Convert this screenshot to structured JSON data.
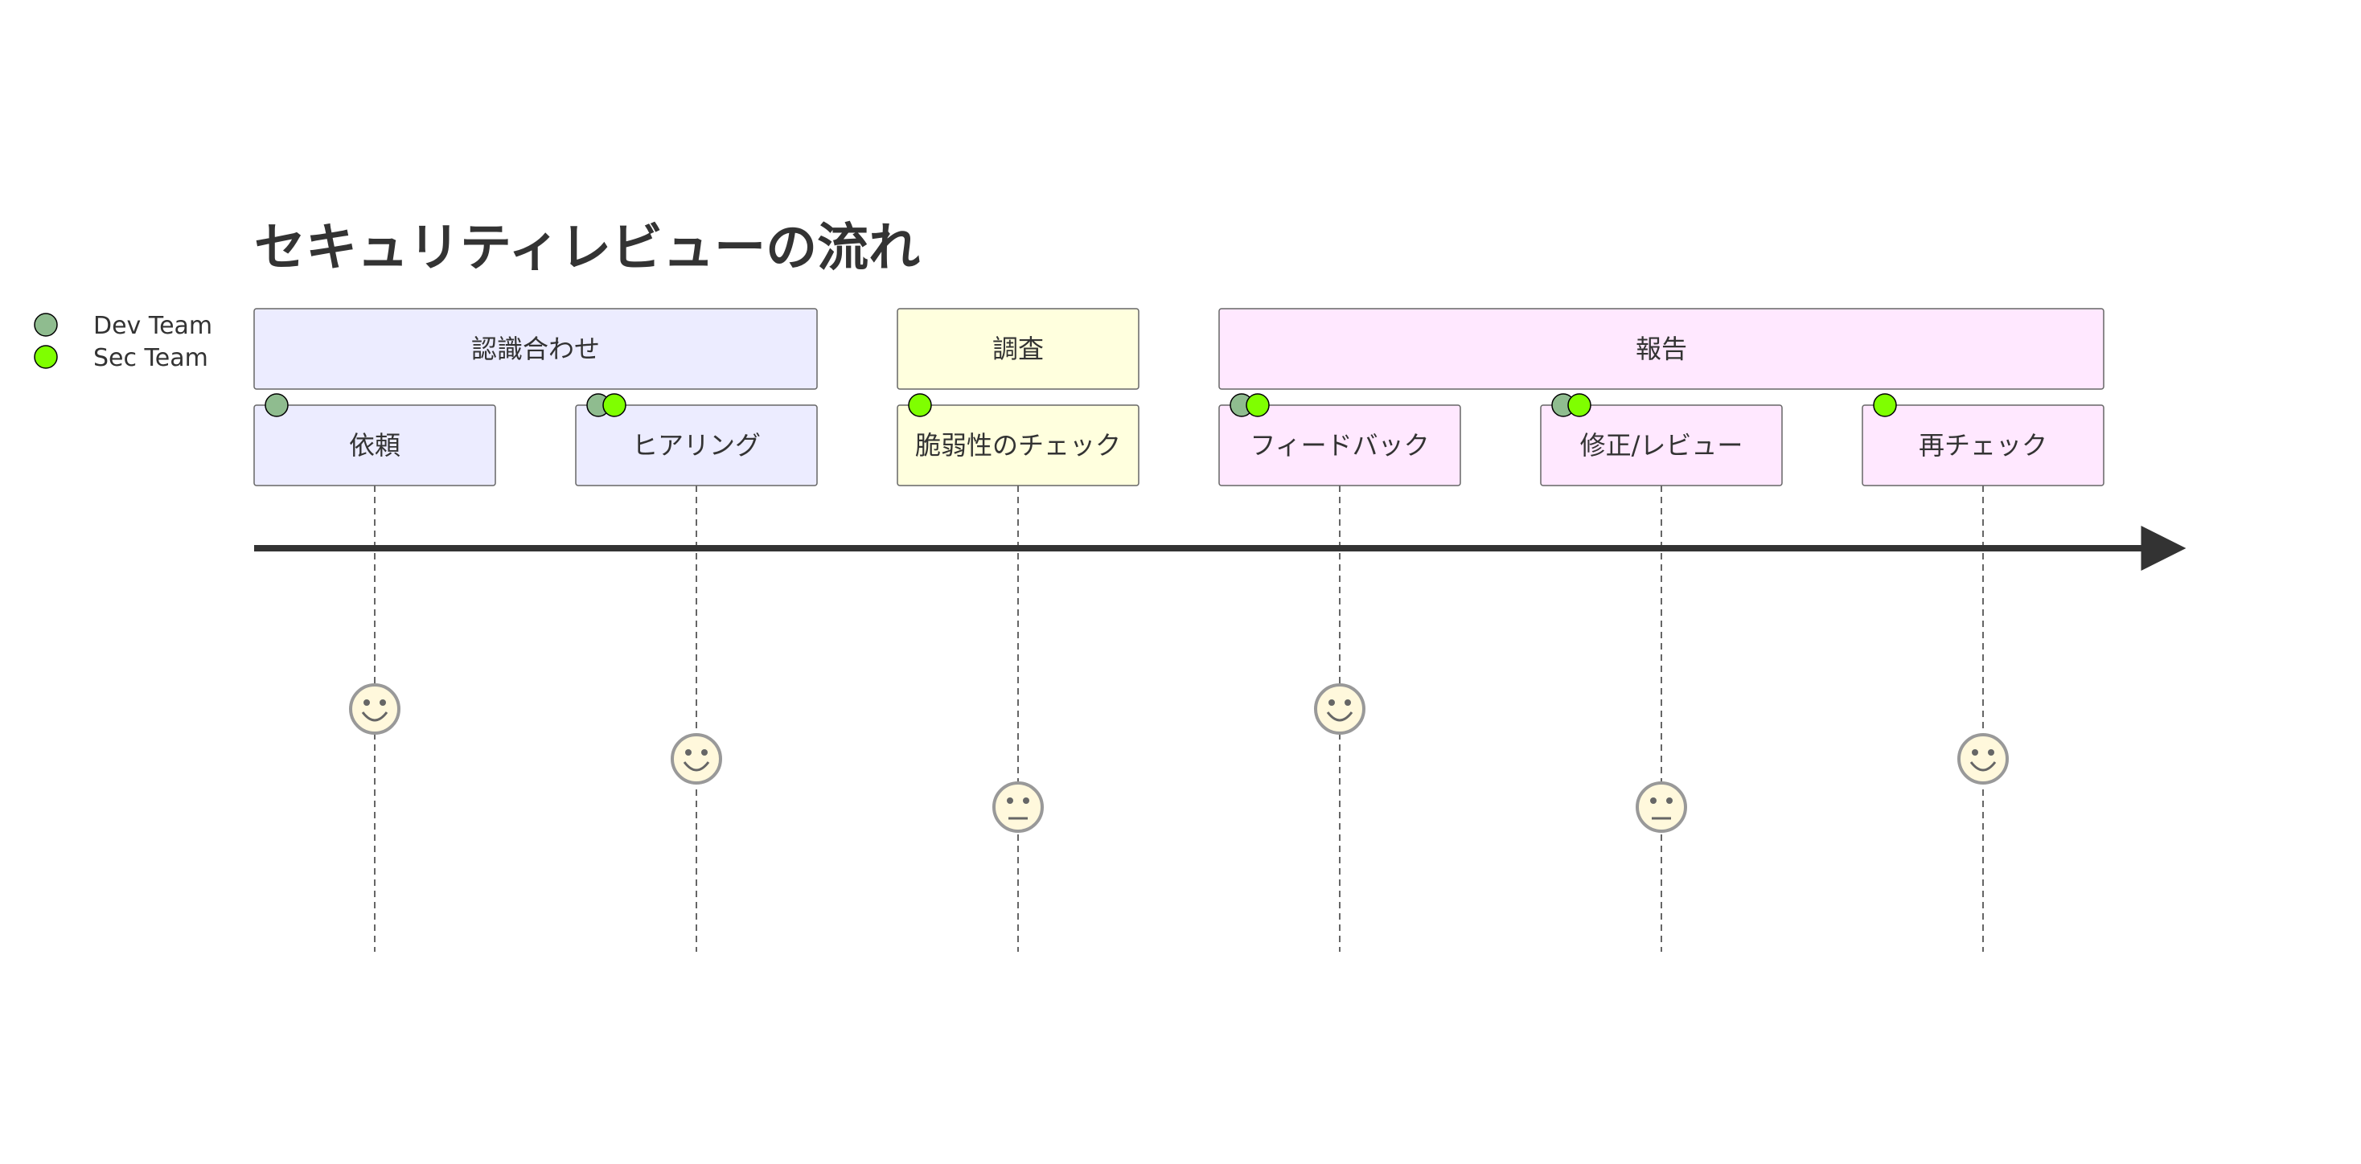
{
  "title": "セキュリティレビューの流れ",
  "actors": [
    {
      "name": "Dev Team",
      "color": "#8FBC8F"
    },
    {
      "name": "Sec Team",
      "color": "#7FFF00"
    }
  ],
  "sections": [
    {
      "name": "認識合わせ",
      "fill": "#ECECFF"
    },
    {
      "name": "調査",
      "fill": "#FFFFDE"
    },
    {
      "name": "報告",
      "fill": "#FFE8FF"
    }
  ],
  "tasks": [
    {
      "label": "依頼",
      "section": 0,
      "score": 5,
      "actors": [
        "Dev Team"
      ]
    },
    {
      "label": "ヒアリング",
      "section": 0,
      "score": 4,
      "actors": [
        "Dev Team",
        "Sec Team"
      ]
    },
    {
      "label": "脆弱性のチェック",
      "section": 1,
      "score": 3,
      "actors": [
        "Sec Team"
      ]
    },
    {
      "label": "フィードバック",
      "section": 2,
      "score": 5,
      "actors": [
        "Dev Team",
        "Sec Team"
      ]
    },
    {
      "label": "修正/レビュー",
      "section": 2,
      "score": 3,
      "actors": [
        "Dev Team",
        "Sec Team"
      ]
    },
    {
      "label": "再チェック",
      "section": 2,
      "score": 4,
      "actors": [
        "Sec Team"
      ]
    }
  ],
  "colors": {
    "text": "#333333",
    "stroke": "#666666",
    "axis": "#333333",
    "face_fill": "#FFF8DC",
    "face_stroke": "#999999"
  }
}
